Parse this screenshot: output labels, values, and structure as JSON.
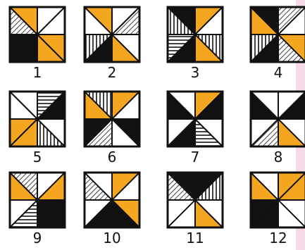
{
  "colors": {
    "orange": "#f4a621",
    "black": "#111111",
    "white": "#ffffff",
    "line": "#111111",
    "background": "#f4dbe7"
  },
  "region_order": [
    "top-left",
    "top-right",
    "right-top",
    "right-bottom",
    "bottom-right",
    "bottom-left",
    "left-bottom",
    "left-top"
  ],
  "figures": [
    {
      "label": "1",
      "regions": [
        "orange",
        "W",
        "W",
        "orange",
        "orange",
        "black",
        "black",
        "diagonal-hatch"
      ]
    },
    {
      "label": "2",
      "regions": [
        "orange",
        "W",
        "diagonal-hatch",
        "W",
        "orange",
        "black",
        "vertical-hatch",
        "W"
      ]
    },
    {
      "label": "3",
      "regions": [
        "black",
        "orange",
        "W",
        "vertical-hatch",
        "orange",
        "black",
        "horizontal-hatch",
        "vertical-hatch"
      ]
    },
    {
      "label": "4",
      "regions": [
        "black",
        "diagonal-hatch",
        "W",
        "orange",
        "diagonal-hatch",
        "black",
        "vertical-hatch",
        "orange"
      ]
    },
    {
      "label": "5",
      "regions": [
        "W",
        "horizontal-hatch",
        "black",
        "W",
        "vertical-hatch",
        "orange",
        "orange",
        "W"
      ]
    },
    {
      "label": "6",
      "regions": [
        "vertical-hatch",
        "orange",
        "W",
        "black",
        "W",
        "diagonal-hatch",
        "black",
        "orange"
      ]
    },
    {
      "label": "7",
      "regions": [
        "W",
        "orange",
        "black",
        "W",
        "horizontal-hatch",
        "black",
        "W",
        "black"
      ]
    },
    {
      "label": "8",
      "regions": [
        "W",
        "W",
        "black",
        "W",
        "orange",
        "diagonal-hatch",
        "W",
        "black"
      ]
    },
    {
      "label": "9",
      "regions": [
        "diagonal-hatch",
        "W",
        "orange",
        "black",
        "black",
        "horizontal-hatch",
        "W",
        "orange"
      ]
    },
    {
      "label": "10",
      "regions": [
        "W",
        "orange",
        "W",
        "orange",
        "black",
        "black",
        "W",
        "diagonal-hatch"
      ]
    },
    {
      "label": "11",
      "regions": [
        "black",
        "black",
        "vertical-hatch",
        "W",
        "orange",
        "W",
        "W",
        "diagonal-hatch"
      ]
    },
    {
      "label": "12",
      "regions": [
        "W",
        "orange",
        "orange",
        "W",
        "W",
        "black",
        "black",
        "orange"
      ]
    }
  ]
}
